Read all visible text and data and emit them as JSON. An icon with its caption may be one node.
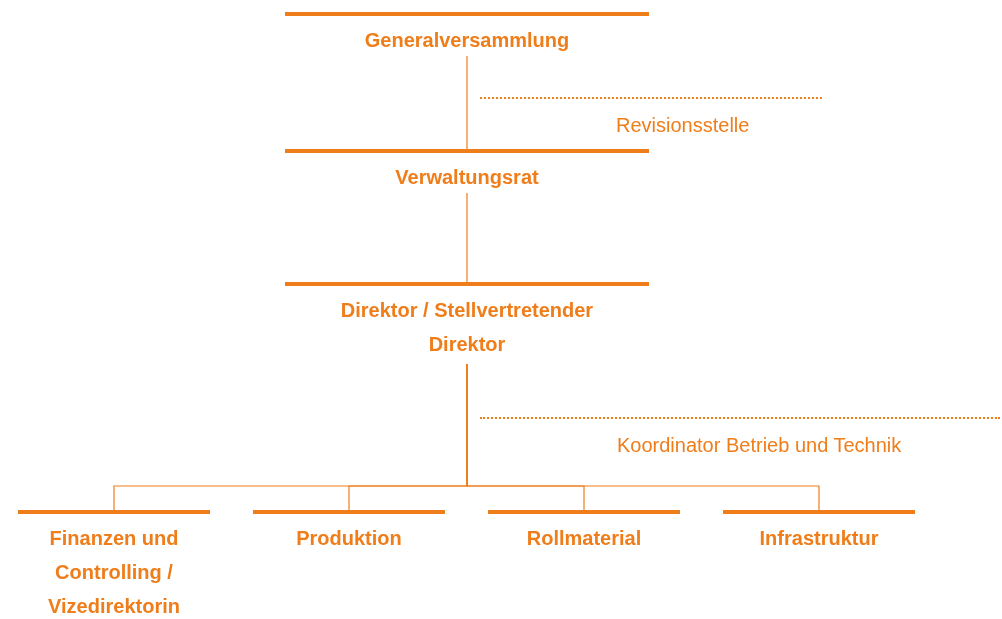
{
  "diagram": {
    "nodes": [
      {
        "text": [
          "Generalversammlung"
        ]
      },
      {
        "text": [
          "Revisionsstelle"
        ]
      },
      {
        "text": [
          "Verwaltungsrat"
        ]
      },
      {
        "text": [
          "Direktor / Stellvertretender Direktor"
        ]
      },
      {
        "text": [
          "Koordinator Betrieb und Technik"
        ]
      },
      {
        "text": [
          "Finanzen und Controlling / Vizedirektorin"
        ]
      },
      {
        "text": [
          "Produktion"
        ]
      },
      {
        "text": [
          "Rollmaterial"
        ]
      },
      {
        "text": [
          "Infrastruktur"
        ]
      }
    ],
    "edges": [
      {
        "from": 0,
        "to": 2,
        "arrow": "none"
      },
      {
        "from": 2,
        "to": 3,
        "arrow": "none"
      },
      {
        "from": 3,
        "to": 5,
        "arrow": "none"
      },
      {
        "from": 3,
        "to": 6,
        "arrow": "none"
      },
      {
        "from": 3,
        "to": 7,
        "arrow": "none"
      },
      {
        "from": 3,
        "to": 8,
        "arrow": "none"
      }
    ]
  }
}
